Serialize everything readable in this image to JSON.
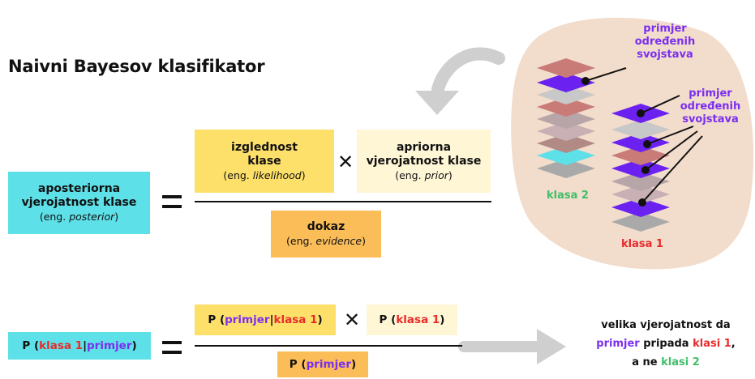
{
  "title": "Naivni Bayesov klasifikator",
  "formula1": {
    "posterior": {
      "line1": "aposteriorna",
      "line2": "vjerojatnost klase",
      "eng_prefix": "(eng. ",
      "eng_term": "posterior",
      "eng_suffix": ")"
    },
    "likelihood": {
      "line1": "izglednost",
      "line2": "klase",
      "eng_prefix": "(eng. ",
      "eng_term": "likelihood",
      "eng_suffix": ")"
    },
    "prior": {
      "line1": "apriorna",
      "line2": "vjerojatnost klase",
      "eng_prefix": "(eng. ",
      "eng_term": "prior",
      "eng_suffix": ")"
    },
    "evidence": {
      "line1": "dokaz",
      "eng_prefix": "(eng. ",
      "eng_term": "evidence",
      "eng_suffix": ")"
    },
    "times": "✕"
  },
  "formula2": {
    "p_open": "P (",
    "klasa1": "klasa 1",
    "bar": "|",
    "primjer": "primjer",
    "close": ")",
    "times": "✕"
  },
  "conclusion": {
    "line1": "velika vjerojatnost da",
    "line2_a": "primjer",
    "line2_b": " pripada ",
    "line2_c": "klasi 1",
    "line2_d": ",",
    "line3_a": "a ne ",
    "line3_b": "klasi 2"
  },
  "illustration": {
    "class2_label": "klasa 2",
    "class1_label": "klasa 1",
    "example_label_1": [
      "primjer",
      "određenih",
      "svojstava"
    ],
    "example_label_2": [
      "primjer",
      "određenih",
      "svojstava"
    ]
  },
  "colors": {
    "cyan": "#5ee0e8",
    "yellow": "#fde06a",
    "cream": "#fff6d6",
    "orange": "#fbbd58",
    "red": "#e82b2b",
    "purple": "#7a2ff0",
    "green": "#3fbf6a",
    "blob": "#f2dccb"
  }
}
